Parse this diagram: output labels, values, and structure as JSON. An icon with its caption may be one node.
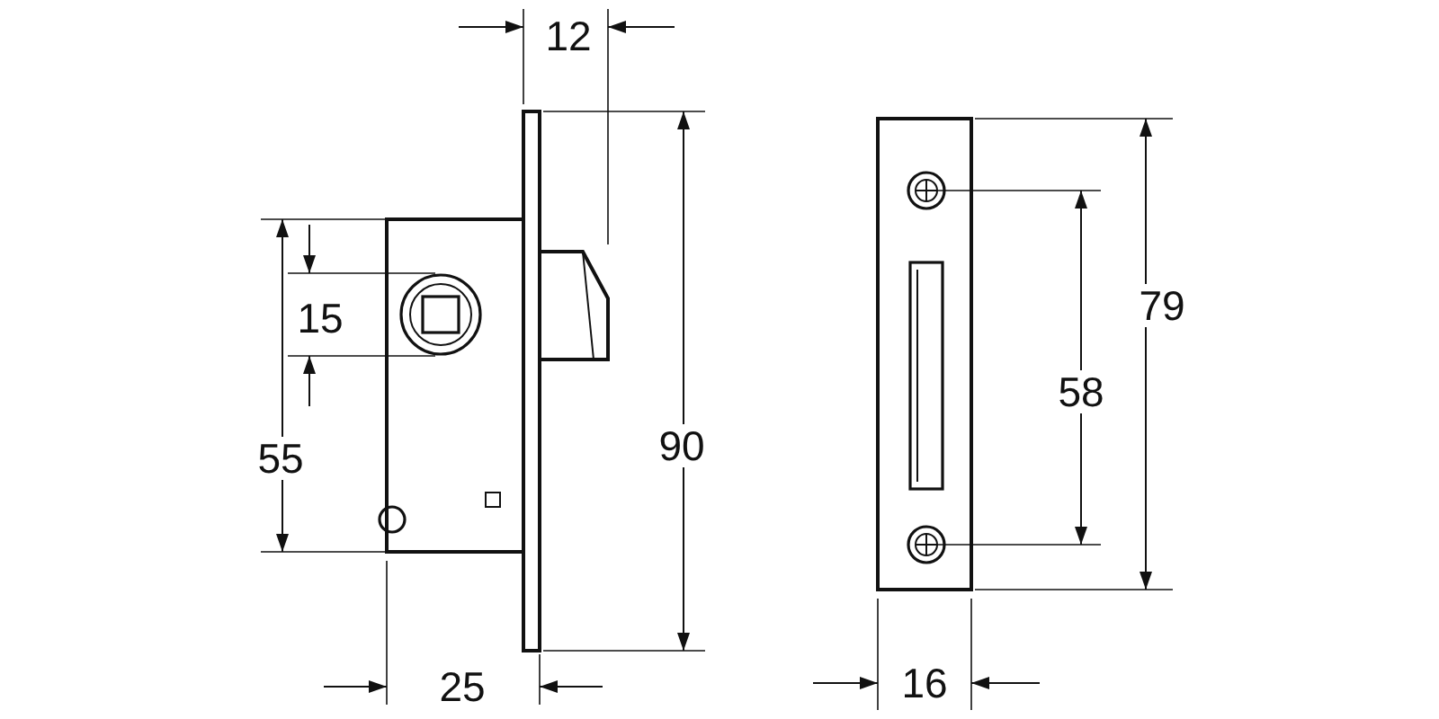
{
  "diagram": {
    "labels": [
      "12",
      "79",
      "15",
      "58",
      "90",
      "55",
      "25",
      "16"
    ]
  }
}
